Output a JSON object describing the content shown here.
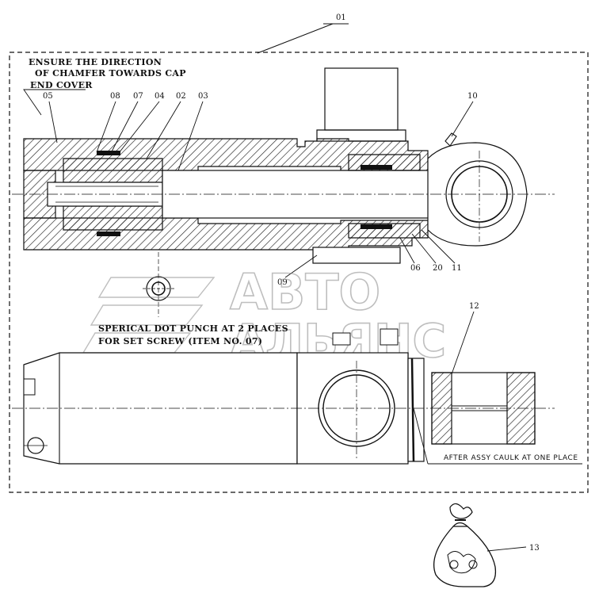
{
  "callouts": {
    "c01": "01",
    "c02": "02",
    "c03": "03",
    "c04": "04",
    "c05": "05",
    "c06": "06",
    "c07": "07",
    "c08": "08",
    "c09": "09",
    "c10": "10",
    "c11": "11",
    "c12": "12",
    "c13": "13",
    "c20": "20"
  },
  "notes": {
    "chamfer_line1": "ENSURE THE DIRECTION",
    "chamfer_line2": "OF CHAMFER TOWARDS CAP",
    "chamfer_line3": "END COVER",
    "punch_line1": "SPERICAL DOT PUNCH AT 2 PLACES",
    "punch_line2": "FOR SET SCREW (ITEM NO. 07)",
    "caulk": "AFTER ASSY CAULK AT ONE PLACE"
  },
  "watermark": {
    "line1": "АВТО",
    "line2": "АЛЬЯНС"
  }
}
